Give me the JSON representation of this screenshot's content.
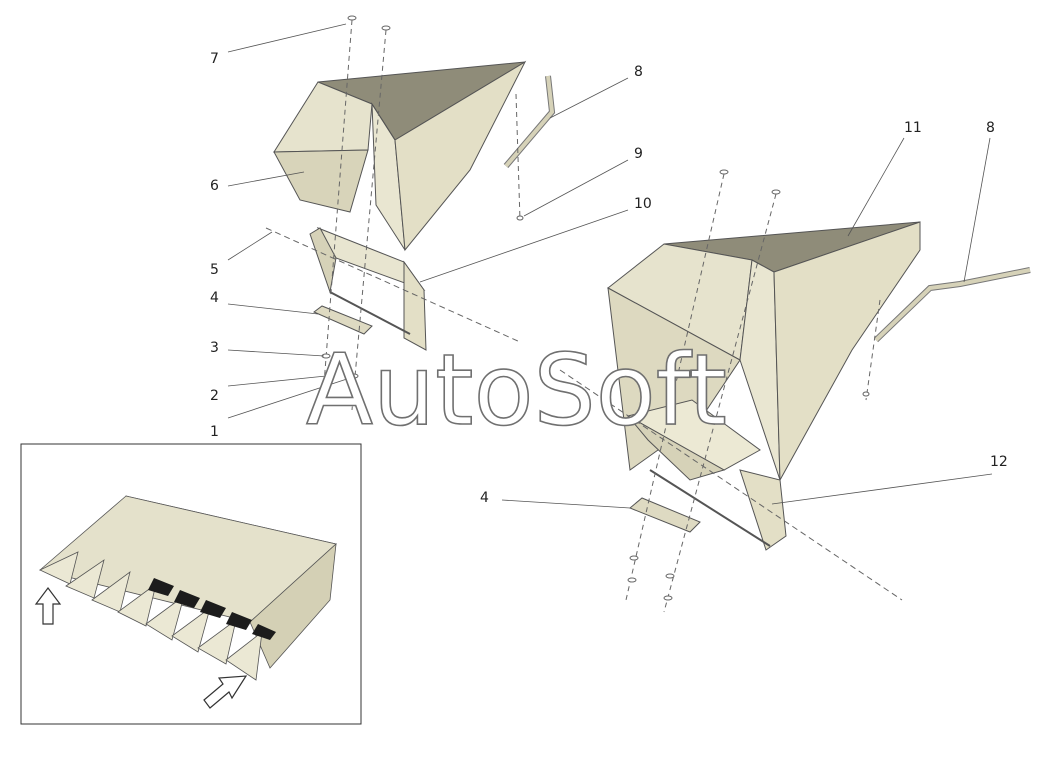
{
  "callouts": {
    "c1": "1",
    "c2": "2",
    "c3": "3",
    "c4a": "4",
    "c4b": "4",
    "c5": "5",
    "c6": "6",
    "c7": "7",
    "c8a": "8",
    "c8b": "8",
    "c9": "9",
    "c10": "10",
    "c11": "11",
    "c12": "12"
  },
  "watermark": "AutoSoft",
  "colors": {
    "part_light": "#e8e5d0",
    "part_mid": "#d9d5bd",
    "part_dark": "#8a8775",
    "line": "#555555"
  }
}
